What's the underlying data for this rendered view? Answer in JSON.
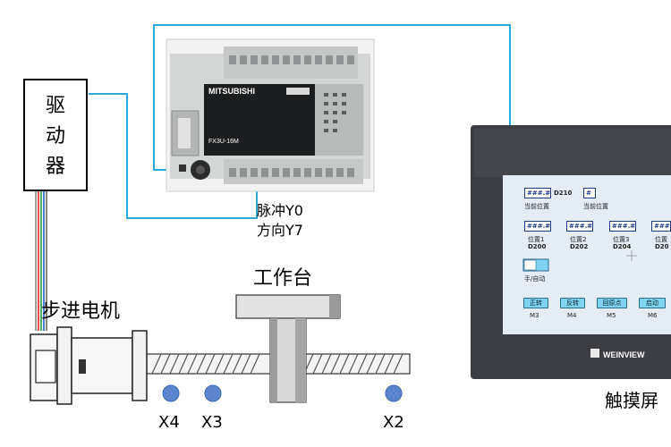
{
  "driver": {
    "chars": [
      "驱",
      "动",
      "器"
    ]
  },
  "plc": {
    "brand": "MITSUBISHI",
    "model": "FX3U-16M"
  },
  "plc_outputs": {
    "pulse": "脉冲Y0",
    "direction": "方向Y7"
  },
  "motor_label": "步进电机",
  "table_label": "工作台",
  "sensors": [
    {
      "name": "X4"
    },
    {
      "name": "X3"
    },
    {
      "name": "X2"
    }
  ],
  "hmi": {
    "label": "触摸屏",
    "brand": "WEINVIEW",
    "current_box": "###.#",
    "current_reg": "D210",
    "current_text": "当前位置",
    "current2_box": "#",
    "current2_text": "当前位置",
    "positions": [
      {
        "box": "###.#",
        "label": "位置1",
        "reg": "D200"
      },
      {
        "box": "###.#",
        "label": "位置2",
        "reg": "D202"
      },
      {
        "box": "###.#",
        "label": "位置3",
        "reg": "D204"
      },
      {
        "box": "###.",
        "label": "位置",
        "reg": "D20"
      }
    ],
    "mode_label": "手/自动",
    "buttons": [
      {
        "label": "正转",
        "reg": "M3"
      },
      {
        "label": "反转",
        "reg": "M4"
      },
      {
        "label": "回原点",
        "reg": "M5"
      },
      {
        "label": "启动",
        "reg": "M6"
      }
    ]
  },
  "colors": {
    "wire": "#2aa8d8",
    "screen": "#e4ecf6",
    "bezel": "#3b3d42",
    "hmi_button": "#7fd2f0"
  }
}
